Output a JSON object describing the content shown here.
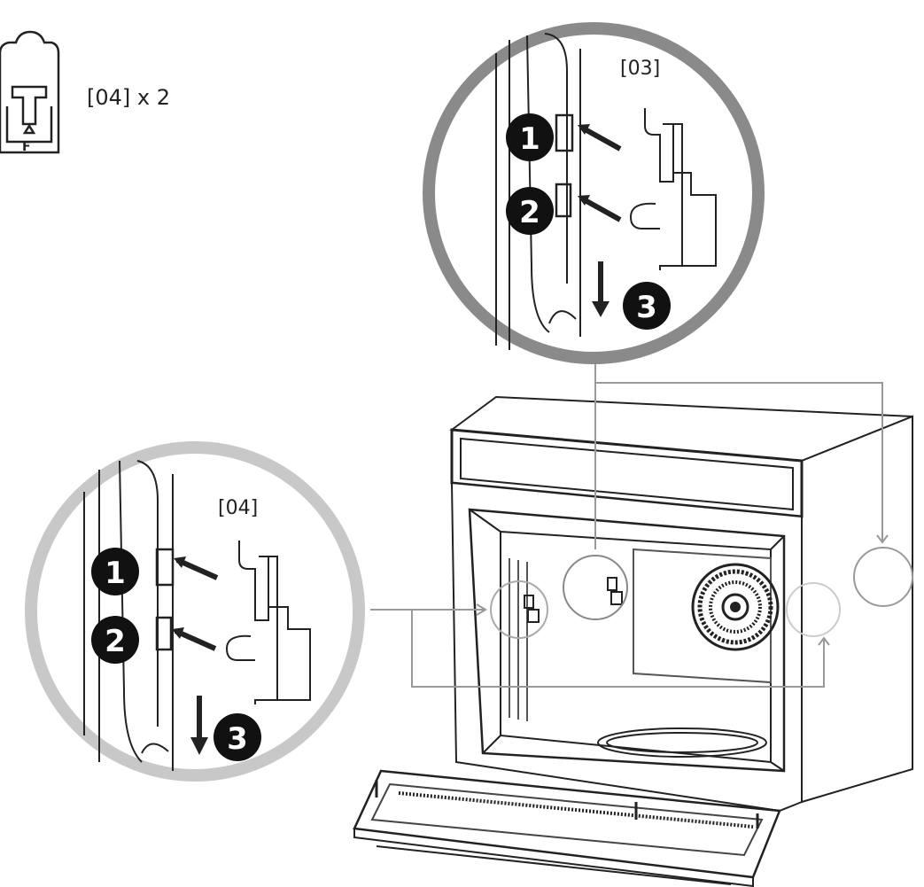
{
  "legend": {
    "part_label": "[04] x 2",
    "icon_letter": "F"
  },
  "callout_top": {
    "part_label": "[03]",
    "step1": "1",
    "step2": "2",
    "step3": "3"
  },
  "callout_left": {
    "part_label": "[04]",
    "step1": "1",
    "step2": "2",
    "step3": "3"
  },
  "colors": {
    "ring_dark": "#8a8a8a",
    "ring_light": "#c8c8c8",
    "line": "#222222",
    "leader": "#999999"
  }
}
